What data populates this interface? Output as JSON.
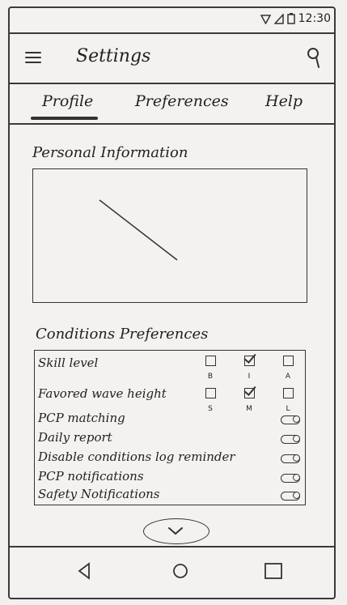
{
  "status_bar": {
    "time": "12:30"
  },
  "app_bar": {
    "title": "Settings"
  },
  "tabs": [
    {
      "label": "Profile",
      "active": true
    },
    {
      "label": "Preferences",
      "active": false
    },
    {
      "label": "Help",
      "active": false
    }
  ],
  "personal_info": {
    "title": "Personal Information"
  },
  "conditions": {
    "title": "Conditions Preferences",
    "skill_level": {
      "label": "Skill level",
      "options": [
        {
          "label": "B",
          "checked": false
        },
        {
          "label": "I",
          "checked": true
        },
        {
          "label": "A",
          "checked": false
        }
      ]
    },
    "wave_height": {
      "label": "Favored wave height",
      "options": [
        {
          "label": "S",
          "checked": false
        },
        {
          "label": "M",
          "checked": true
        },
        {
          "label": "L",
          "checked": false
        }
      ]
    },
    "toggles": [
      {
        "label": "PCP matching"
      },
      {
        "label": "Daily report"
      },
      {
        "label": "Disable conditions log reminder"
      },
      {
        "label": "PCP notifications"
      },
      {
        "label": "Safety Notifications"
      }
    ]
  },
  "icons": {
    "menu": "menu-icon",
    "search": "search-icon",
    "wifi": "wifi-icon",
    "signal": "signal-icon",
    "battery": "battery-icon",
    "expand": "chevron-down-icon",
    "back": "back-icon",
    "home": "home-icon",
    "recents": "recents-icon"
  }
}
